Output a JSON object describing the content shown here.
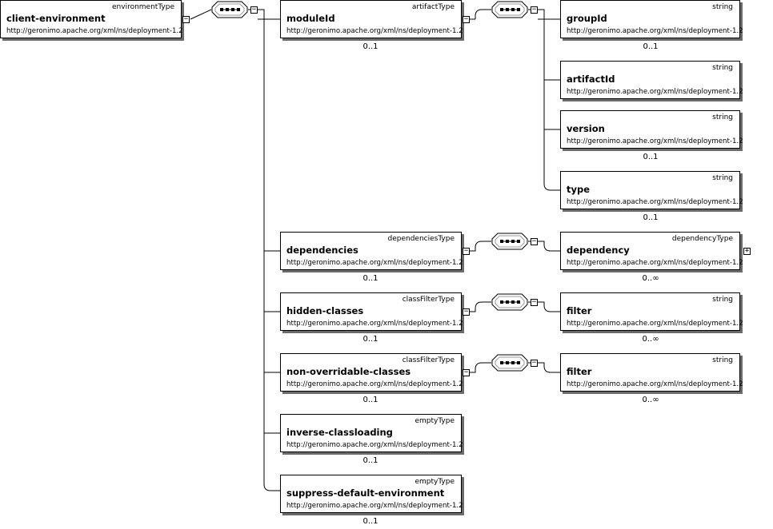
{
  "diagram": {
    "root": {
      "name": "client-environment",
      "type": "environmentType",
      "ns": "http://geronimo.apache.org/xml/ns/deployment-1.2"
    },
    "children": [
      {
        "name": "moduleId",
        "type": "artifactType",
        "ns": "http://geronimo.apache.org/xml/ns/deployment-1.2",
        "card": "0..1",
        "children": [
          {
            "name": "groupId",
            "type": "string",
            "ns": "http://geronimo.apache.org/xml/ns/deployment-1.2",
            "card": "0..1"
          },
          {
            "name": "artifactId",
            "type": "string",
            "ns": "http://geronimo.apache.org/xml/ns/deployment-1.2",
            "card": ""
          },
          {
            "name": "version",
            "type": "string",
            "ns": "http://geronimo.apache.org/xml/ns/deployment-1.2",
            "card": "0..1"
          },
          {
            "name": "type",
            "type": "string",
            "ns": "http://geronimo.apache.org/xml/ns/deployment-1.2",
            "card": "0..1"
          }
        ]
      },
      {
        "name": "dependencies",
        "type": "dependenciesType",
        "ns": "http://geronimo.apache.org/xml/ns/deployment-1.2",
        "card": "0..1",
        "children": [
          {
            "name": "dependency",
            "type": "dependencyType",
            "ns": "http://geronimo.apache.org/xml/ns/deployment-1.2",
            "card": "0..∞"
          }
        ]
      },
      {
        "name": "hidden-classes",
        "type": "classFilterType",
        "ns": "http://geronimo.apache.org/xml/ns/deployment-1.2",
        "card": "0..1",
        "children": [
          {
            "name": "filter",
            "type": "string",
            "ns": "http://geronimo.apache.org/xml/ns/deployment-1.2",
            "card": "0..∞"
          }
        ]
      },
      {
        "name": "non-overridable-classes",
        "type": "classFilterType",
        "ns": "http://geronimo.apache.org/xml/ns/deployment-1.2",
        "card": "0..1",
        "children": [
          {
            "name": "filter",
            "type": "string",
            "ns": "http://geronimo.apache.org/xml/ns/deployment-1.2",
            "card": "0..∞"
          }
        ]
      },
      {
        "name": "inverse-classloading",
        "type": "emptyType",
        "ns": "http://geronimo.apache.org/xml/ns/deployment-1.2",
        "card": "0..1"
      },
      {
        "name": "suppress-default-environment",
        "type": "emptyType",
        "ns": "http://geronimo.apache.org/xml/ns/deployment-1.2",
        "card": "0..1"
      }
    ],
    "icons": {
      "collapse": "minus-toggle-icon",
      "expand": "plus-toggle-icon",
      "sequence": "sequence-compositor-icon"
    }
  }
}
